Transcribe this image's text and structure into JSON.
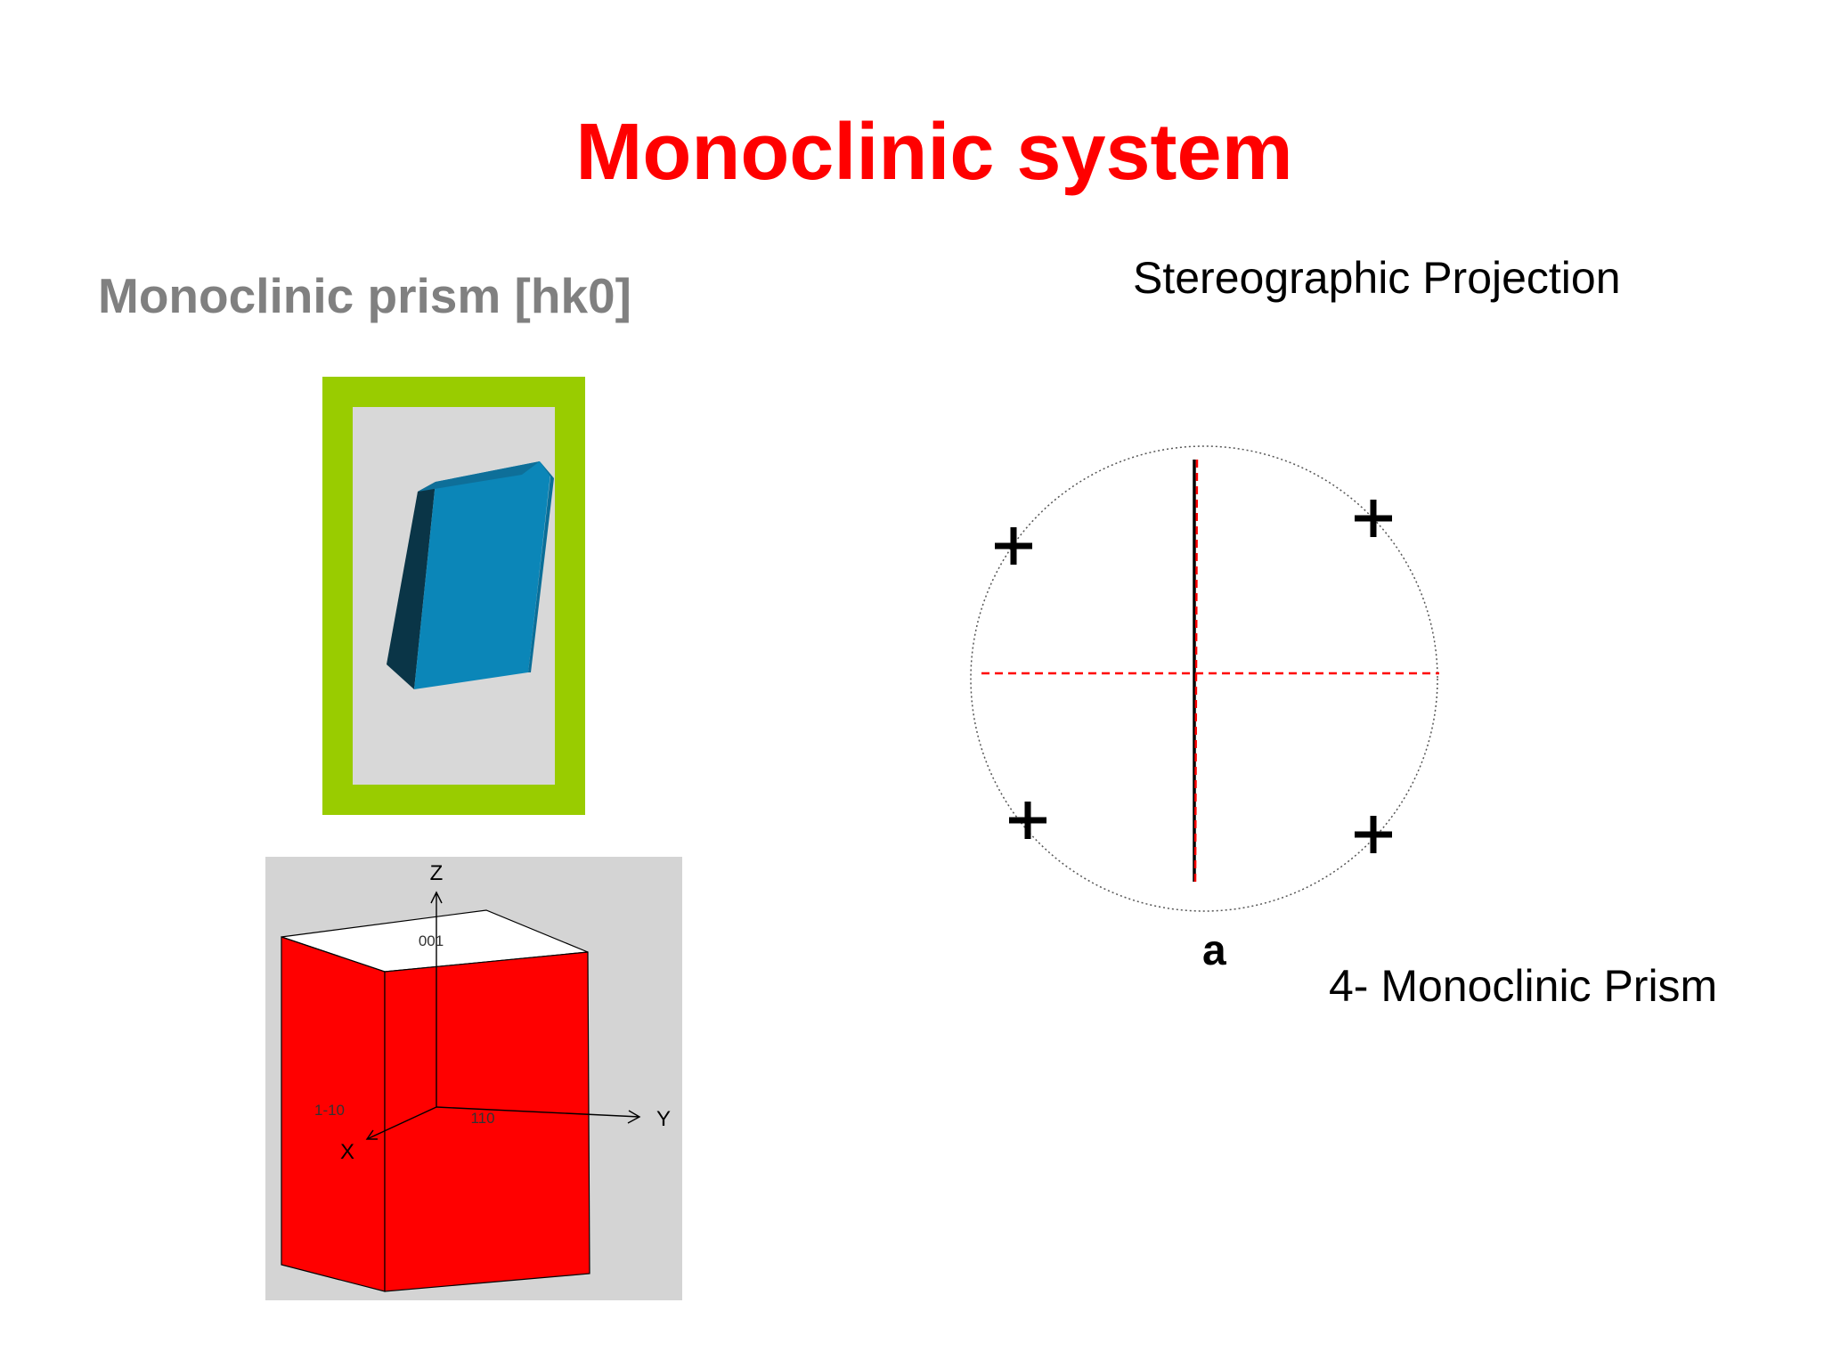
{
  "slide": {
    "title": "Monoclinic system",
    "subtitle": "Monoclinic prism [hk0]",
    "stereo_label": "Stereographic Projection",
    "prism_caption": "4- Monoclinic Prism",
    "axis_label_a": "a"
  },
  "model": {
    "axis_z": "Z",
    "axis_y": "Y",
    "axis_x": "X",
    "face_top": "001",
    "face_right": "110",
    "face_left": "1-10"
  },
  "colors": {
    "title": "#ff0000",
    "subtitle": "#808080",
    "photo_frame": "#99cc00",
    "crystal": "#0b86b8",
    "model_faces": "#ff0000",
    "mirror_plane": "#ff0000"
  },
  "icons": {
    "pole_marker": "plus-icon"
  }
}
